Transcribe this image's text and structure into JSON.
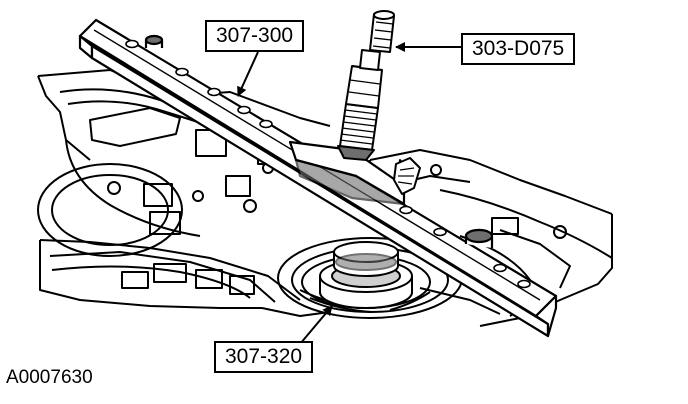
{
  "callouts": {
    "tool_307_300": "307-300",
    "tool_303_d075": "303-D075",
    "tool_307_320": "307-320"
  },
  "figure_id": "A0007630",
  "colors": {
    "ink": "#000000",
    "paper": "#ffffff",
    "shade": "#6e6e6e",
    "light_shade": "#cfcfcf"
  }
}
